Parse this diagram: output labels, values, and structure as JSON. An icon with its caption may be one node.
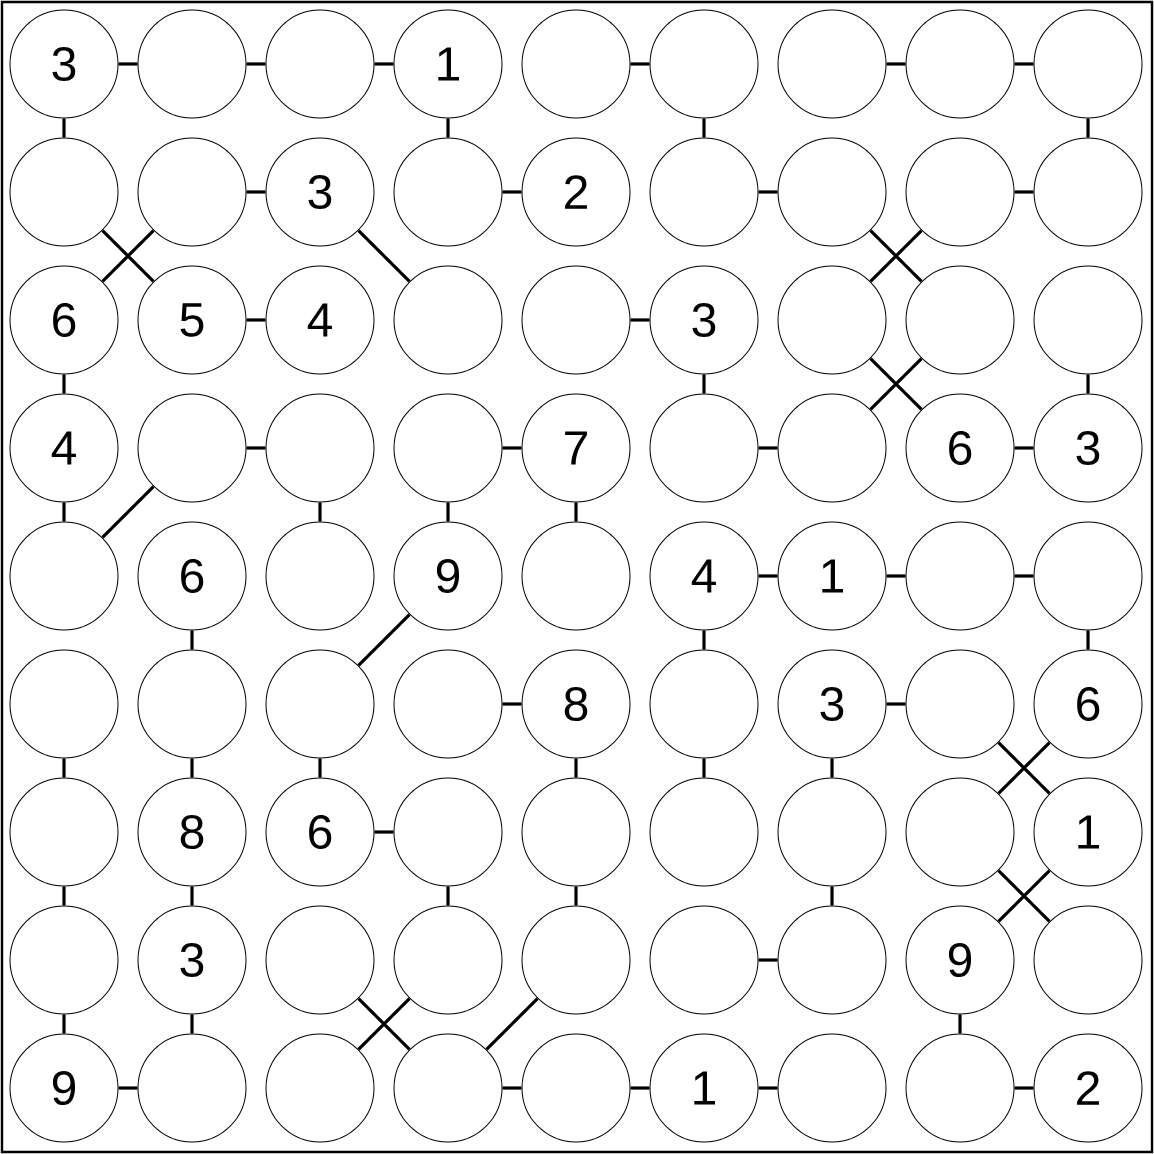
{
  "diagram": {
    "nodes": [
      {
        "text": [
          "3"
        ]
      },
      {
        "text": [],
        "shape": "circle"
      },
      {
        "text": [],
        "shape": "circle"
      },
      {
        "text": [
          "1"
        ]
      },
      {
        "text": [],
        "shape": "circle"
      },
      {
        "text": [],
        "shape": "circle"
      },
      {
        "text": [],
        "shape": "circle"
      },
      {
        "text": [],
        "shape": "circle"
      },
      {
        "text": [],
        "shape": "circle"
      },
      {
        "text": [],
        "shape": "circle"
      },
      {
        "text": [],
        "shape": "circle"
      },
      {
        "text": [
          "3"
        ]
      },
      {
        "text": [],
        "shape": "circle"
      },
      {
        "text": [
          "2"
        ]
      },
      {
        "text": [],
        "shape": "circle"
      },
      {
        "text": [],
        "shape": "circle"
      },
      {
        "text": [],
        "shape": "circle"
      },
      {
        "text": [],
        "shape": "circle"
      },
      {
        "text": [
          "6"
        ]
      },
      {
        "text": [
          "5"
        ]
      },
      {
        "text": [
          "4"
        ]
      },
      {
        "text": [],
        "shape": "circle"
      },
      {
        "text": [],
        "shape": "circle"
      },
      {
        "text": [
          "3"
        ]
      },
      {
        "text": [],
        "shape": "circle"
      },
      {
        "text": [],
        "shape": "circle"
      },
      {
        "text": [],
        "shape": "circle"
      },
      {
        "text": [
          "4"
        ]
      },
      {
        "text": [],
        "shape": "circle"
      },
      {
        "text": [],
        "shape": "circle"
      },
      {
        "text": [],
        "shape": "circle"
      },
      {
        "text": [
          "7"
        ]
      },
      {
        "text": [],
        "shape": "circle"
      },
      {
        "text": [],
        "shape": "circle"
      },
      {
        "text": [
          "6"
        ]
      },
      {
        "text": [
          "3"
        ]
      },
      {
        "text": [],
        "shape": "circle"
      },
      {
        "text": [
          "6"
        ]
      },
      {
        "text": [],
        "shape": "circle"
      },
      {
        "text": [
          "9"
        ]
      },
      {
        "text": [],
        "shape": "circle"
      },
      {
        "text": [
          "4"
        ]
      },
      {
        "text": [
          "1"
        ]
      },
      {
        "text": [],
        "shape": "circle"
      },
      {
        "text": [],
        "shape": "circle"
      },
      {
        "text": [],
        "shape": "circle"
      },
      {
        "text": [],
        "shape": "circle"
      },
      {
        "text": [],
        "shape": "circle"
      },
      {
        "text": [],
        "shape": "circle"
      },
      {
        "text": [
          "8"
        ]
      },
      {
        "text": [],
        "shape": "circle"
      },
      {
        "text": [
          "3"
        ]
      },
      {
        "text": [],
        "shape": "circle"
      },
      {
        "text": [
          "6"
        ]
      },
      {
        "text": [],
        "shape": "circle"
      },
      {
        "text": [
          "8"
        ]
      },
      {
        "text": [
          "6"
        ]
      },
      {
        "text": [],
        "shape": "circle"
      },
      {
        "text": [],
        "shape": "circle"
      },
      {
        "text": [],
        "shape": "circle"
      },
      {
        "text": [],
        "shape": "circle"
      },
      {
        "text": [],
        "shape": "circle"
      },
      {
        "text": [
          "1"
        ]
      },
      {
        "text": [],
        "shape": "circle"
      },
      {
        "text": [
          "3"
        ]
      },
      {
        "text": [],
        "shape": "circle"
      },
      {
        "text": [],
        "shape": "circle"
      },
      {
        "text": [],
        "shape": "circle"
      },
      {
        "text": [],
        "shape": "circle"
      },
      {
        "text": [],
        "shape": "circle"
      },
      {
        "text": [
          "9"
        ]
      },
      {
        "text": [],
        "shape": "circle"
      },
      {
        "text": [
          "9"
        ]
      },
      {
        "text": [],
        "shape": "circle"
      },
      {
        "text": [],
        "shape": "circle"
      },
      {
        "text": [],
        "shape": "circle"
      },
      {
        "text": [],
        "shape": "circle"
      },
      {
        "text": [
          "1"
        ]
      },
      {
        "text": [],
        "shape": "circle"
      },
      {
        "text": [],
        "shape": "circle"
      },
      {
        "text": [
          "2"
        ]
      }
    ],
    "edges": [
      {
        "from": 0,
        "to": 1,
        "arrow": "none"
      },
      {
        "from": 1,
        "to": 2,
        "arrow": "none"
      },
      {
        "from": 2,
        "to": 3,
        "arrow": "none"
      },
      {
        "from": 4,
        "to": 5,
        "arrow": "none"
      },
      {
        "from": 6,
        "to": 7,
        "arrow": "none"
      },
      {
        "from": 7,
        "to": 8,
        "arrow": "none"
      },
      {
        "from": 0,
        "to": 9,
        "arrow": "none"
      },
      {
        "from": 3,
        "to": 12,
        "arrow": "none"
      },
      {
        "from": 5,
        "to": 14,
        "arrow": "none"
      },
      {
        "from": 8,
        "to": 17,
        "arrow": "none"
      },
      {
        "from": 10,
        "to": 11,
        "arrow": "none"
      },
      {
        "from": 12,
        "to": 13,
        "arrow": "none"
      },
      {
        "from": 14,
        "to": 15,
        "arrow": "none"
      },
      {
        "from": 16,
        "to": 17,
        "arrow": "none"
      },
      {
        "from": 9,
        "to": 19,
        "arrow": "none"
      },
      {
        "from": 10,
        "to": 18,
        "arrow": "none"
      },
      {
        "from": 11,
        "to": 21,
        "arrow": "none"
      },
      {
        "from": 15,
        "to": 25,
        "arrow": "none"
      },
      {
        "from": 16,
        "to": 24,
        "arrow": "none"
      },
      {
        "from": 19,
        "to": 20,
        "arrow": "none"
      },
      {
        "from": 22,
        "to": 23,
        "arrow": "none"
      },
      {
        "from": 18,
        "to": 27,
        "arrow": "none"
      },
      {
        "from": 23,
        "to": 32,
        "arrow": "none"
      },
      {
        "from": 26,
        "to": 35,
        "arrow": "none"
      },
      {
        "from": 24,
        "to": 34,
        "arrow": "none"
      },
      {
        "from": 25,
        "to": 33,
        "arrow": "none"
      },
      {
        "from": 28,
        "to": 29,
        "arrow": "none"
      },
      {
        "from": 30,
        "to": 31,
        "arrow": "none"
      },
      {
        "from": 32,
        "to": 33,
        "arrow": "none"
      },
      {
        "from": 34,
        "to": 35,
        "arrow": "none"
      },
      {
        "from": 27,
        "to": 36,
        "arrow": "none"
      },
      {
        "from": 29,
        "to": 38,
        "arrow": "none"
      },
      {
        "from": 30,
        "to": 39,
        "arrow": "none"
      },
      {
        "from": 31,
        "to": 40,
        "arrow": "none"
      },
      {
        "from": 28,
        "to": 36,
        "arrow": "none"
      },
      {
        "from": 41,
        "to": 42,
        "arrow": "none"
      },
      {
        "from": 42,
        "to": 43,
        "arrow": "none"
      },
      {
        "from": 43,
        "to": 44,
        "arrow": "none"
      },
      {
        "from": 37,
        "to": 46,
        "arrow": "none"
      },
      {
        "from": 41,
        "to": 50,
        "arrow": "none"
      },
      {
        "from": 44,
        "to": 53,
        "arrow": "none"
      },
      {
        "from": 39,
        "to": 47,
        "arrow": "none"
      },
      {
        "from": 48,
        "to": 49,
        "arrow": "none"
      },
      {
        "from": 51,
        "to": 52,
        "arrow": "none"
      },
      {
        "from": 45,
        "to": 54,
        "arrow": "none"
      },
      {
        "from": 46,
        "to": 55,
        "arrow": "none"
      },
      {
        "from": 47,
        "to": 56,
        "arrow": "none"
      },
      {
        "from": 49,
        "to": 58,
        "arrow": "none"
      },
      {
        "from": 50,
        "to": 59,
        "arrow": "none"
      },
      {
        "from": 51,
        "to": 60,
        "arrow": "none"
      },
      {
        "from": 52,
        "to": 62,
        "arrow": "none"
      },
      {
        "from": 53,
        "to": 61,
        "arrow": "none"
      },
      {
        "from": 56,
        "to": 57,
        "arrow": "none"
      },
      {
        "from": 54,
        "to": 63,
        "arrow": "none"
      },
      {
        "from": 55,
        "to": 64,
        "arrow": "none"
      },
      {
        "from": 57,
        "to": 66,
        "arrow": "none"
      },
      {
        "from": 58,
        "to": 67,
        "arrow": "none"
      },
      {
        "from": 60,
        "to": 69,
        "arrow": "none"
      },
      {
        "from": 61,
        "to": 71,
        "arrow": "none"
      },
      {
        "from": 62,
        "to": 70,
        "arrow": "none"
      },
      {
        "from": 68,
        "to": 69,
        "arrow": "none"
      },
      {
        "from": 63,
        "to": 72,
        "arrow": "none"
      },
      {
        "from": 64,
        "to": 73,
        "arrow": "none"
      },
      {
        "from": 70,
        "to": 79,
        "arrow": "none"
      },
      {
        "from": 65,
        "to": 75,
        "arrow": "none"
      },
      {
        "from": 66,
        "to": 74,
        "arrow": "none"
      },
      {
        "from": 67,
        "to": 75,
        "arrow": "none"
      },
      {
        "from": 72,
        "to": 73,
        "arrow": "none"
      },
      {
        "from": 75,
        "to": 76,
        "arrow": "none"
      },
      {
        "from": 76,
        "to": 77,
        "arrow": "none"
      },
      {
        "from": 77,
        "to": 78,
        "arrow": "none"
      },
      {
        "from": 79,
        "to": 80,
        "arrow": "none"
      }
    ]
  }
}
